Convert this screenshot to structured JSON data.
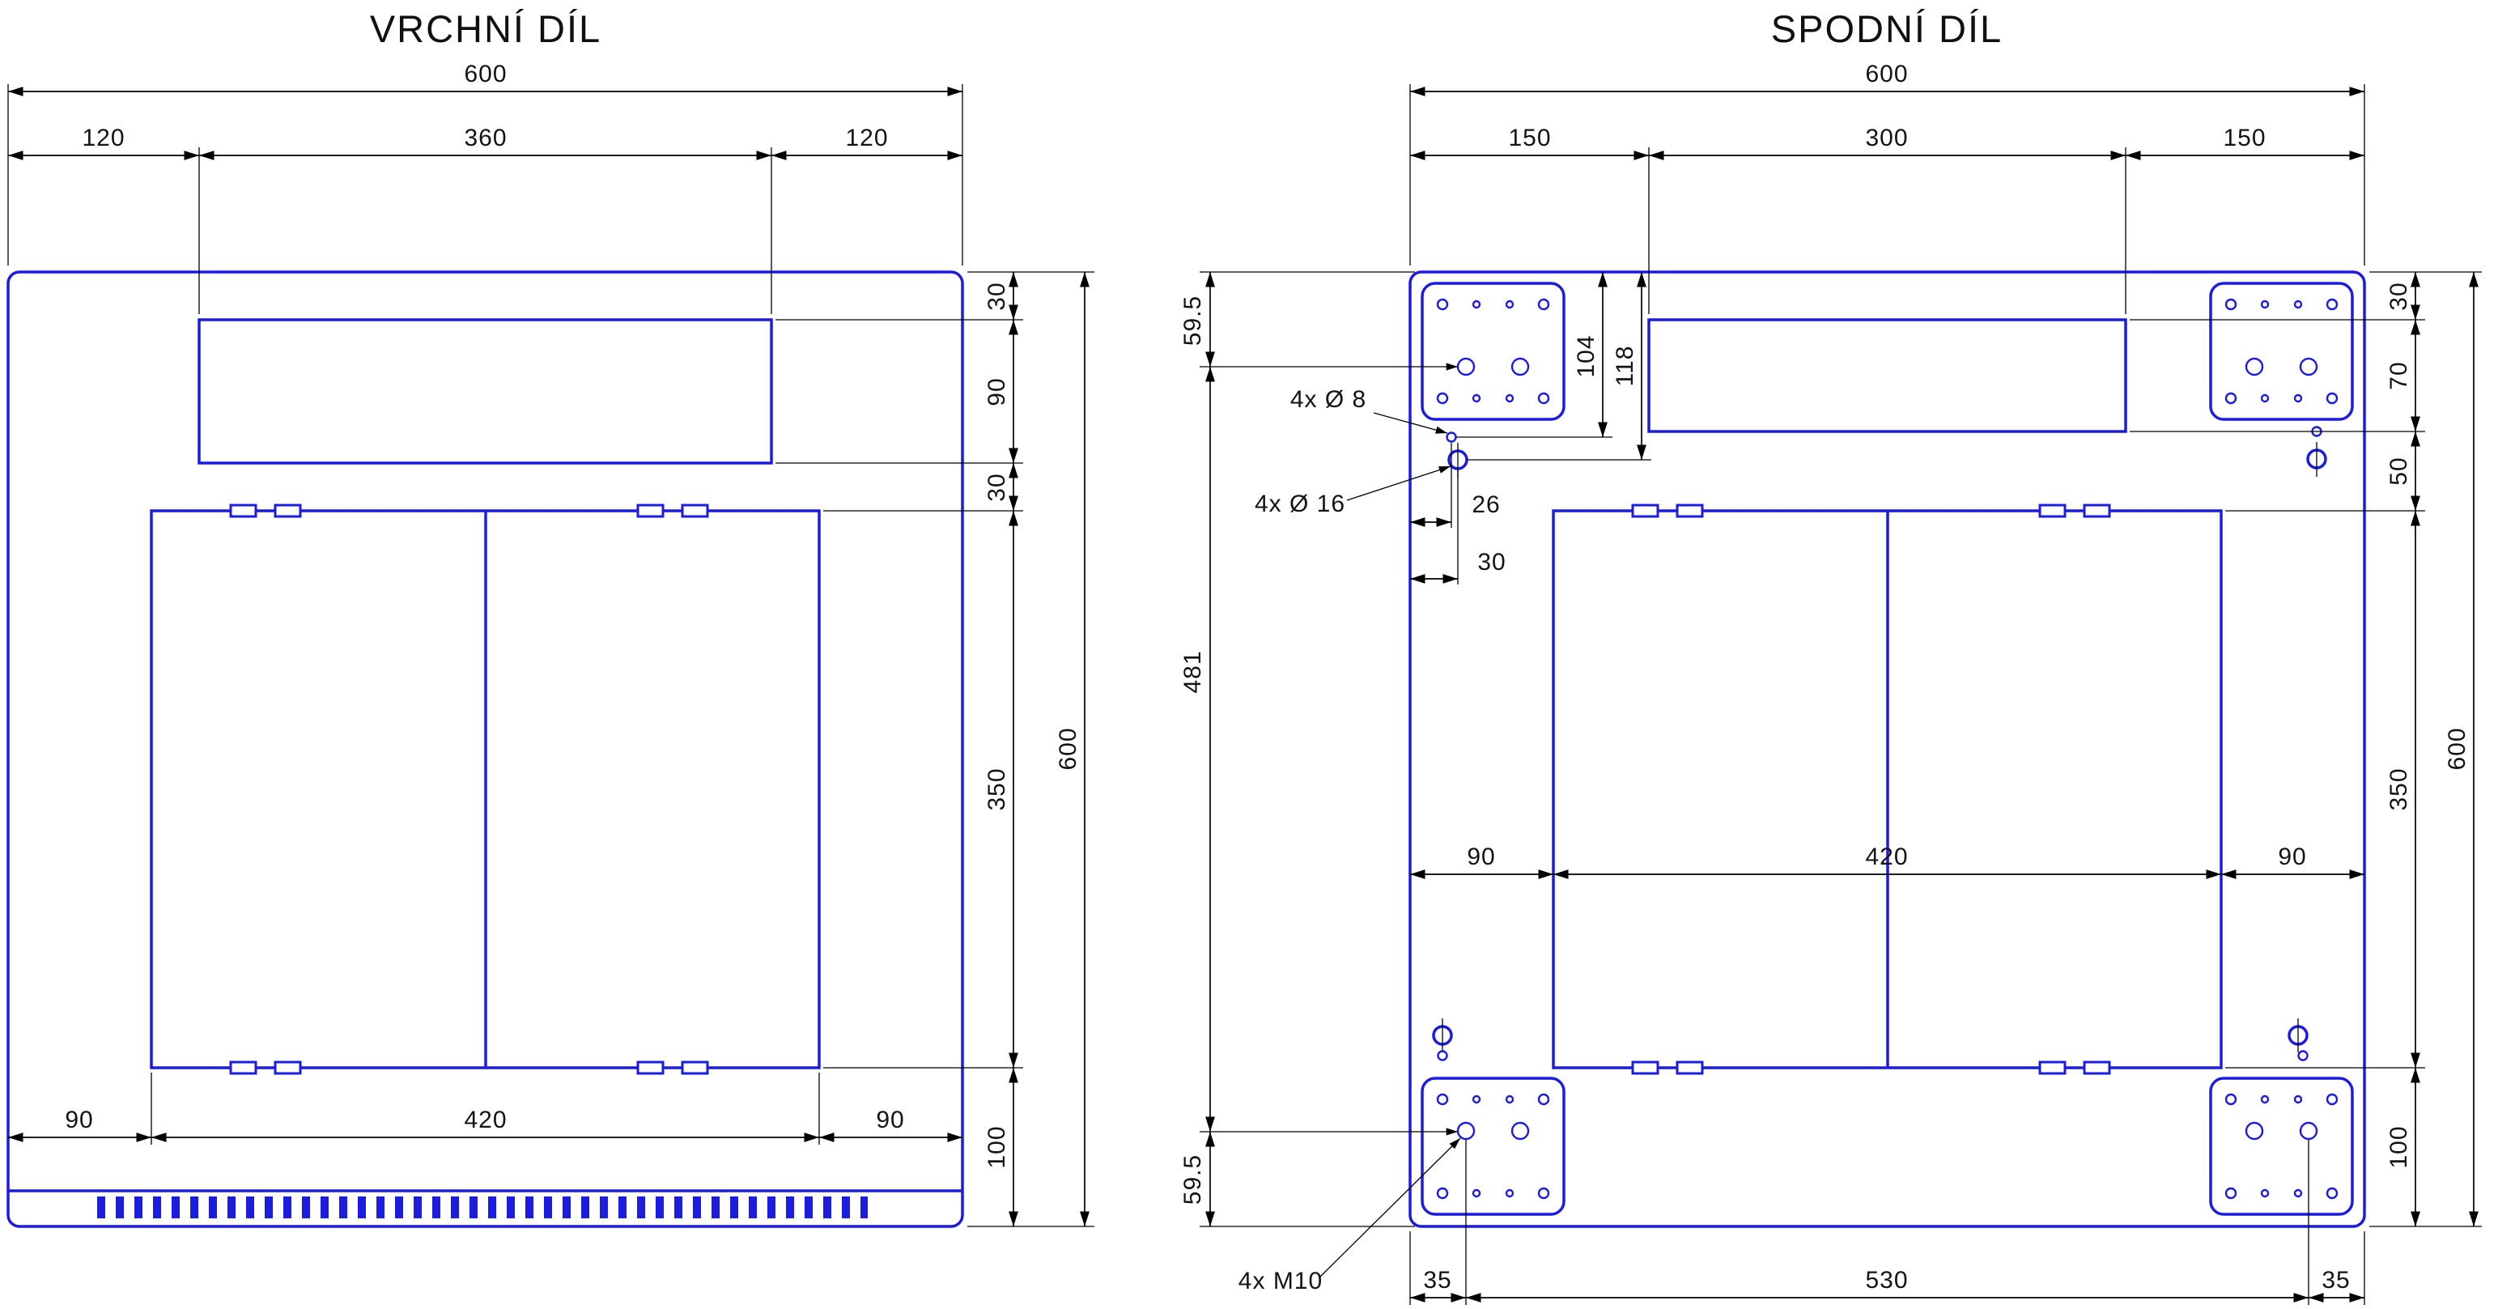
{
  "colors": {
    "outline_blue": "#1c1ce0",
    "dimension_black": "#000000"
  },
  "top_part": {
    "title": "VRCHNÍ DÍL",
    "dims": {
      "total_width": "600",
      "total_height": "600",
      "top_row": [
        "120",
        "360",
        "120"
      ],
      "right_col": [
        "30",
        "90",
        "30",
        "350",
        "100"
      ],
      "bottom_row": [
        "90",
        "420",
        "90"
      ]
    }
  },
  "bottom_part": {
    "title": "SPODNÍ DÍL",
    "dims": {
      "total_width": "600",
      "total_height": "600",
      "top_row": [
        "150",
        "300",
        "150"
      ],
      "right_col": [
        "30",
        "70",
        "50",
        "350",
        "100"
      ],
      "mid_row": [
        "90",
        "420",
        "90"
      ],
      "left_col": [
        "59.5",
        "481",
        "59.5"
      ],
      "bottom_row": [
        "35",
        "530",
        "35"
      ],
      "small_hole_x": "26",
      "large_hole_x": "30",
      "small_hole_y": "104",
      "large_hole_y": "118"
    },
    "callouts": {
      "small_holes": "4x Ø 8",
      "large_holes": "4x Ø 16",
      "thread_holes": "4x M10"
    }
  }
}
